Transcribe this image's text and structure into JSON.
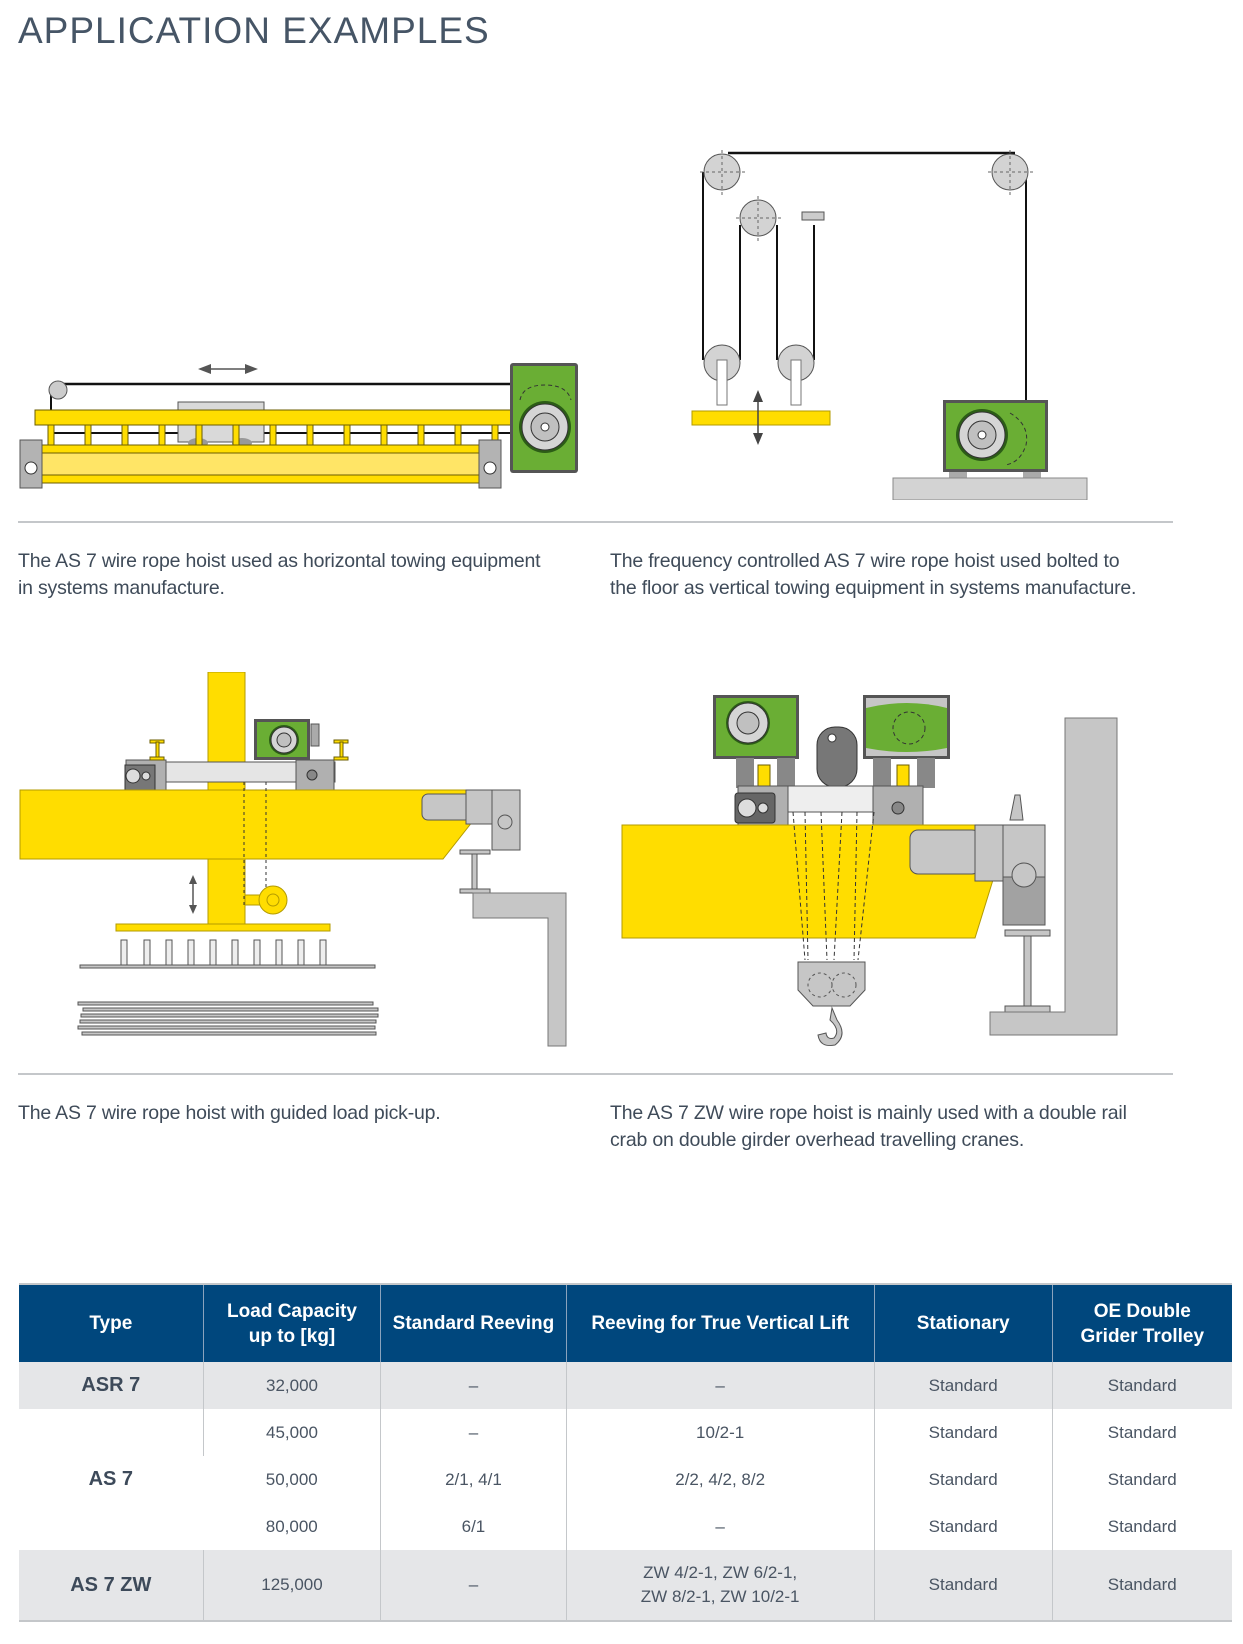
{
  "page": {
    "title": "APPLICATION EXAMPLES"
  },
  "examples": [
    {
      "id": "horizontal-towing",
      "caption_line1": "The AS 7 wire rope hoist used as horizontal towing equipment",
      "caption_line2": "in systems manufacture."
    },
    {
      "id": "vertical-towing",
      "caption_line1": "The frequency controlled AS 7 wire rope hoist used bolted to",
      "caption_line2": "the floor as vertical towing equipment in systems manufacture."
    },
    {
      "id": "guided-load-pickup",
      "caption_line1": "The AS 7 wire rope hoist with guided load pick-up.",
      "caption_line2": ""
    },
    {
      "id": "double-rail-crab",
      "caption_line1": "The AS 7 ZW wire rope hoist is mainly used with a double rail",
      "caption_line2": "crab on double girder overhead travelling cranes."
    }
  ],
  "colors": {
    "header_blue": "#00477d",
    "crane_yellow": "#ffdd00",
    "hoist_green": "#6aae34",
    "steel_gray": "#c6c6c6",
    "row_shade": "#e5e6e8"
  },
  "table": {
    "headers": [
      {
        "line1": "Type",
        "line2": ""
      },
      {
        "line1": "Load Capacity",
        "line2": "up to [kg]"
      },
      {
        "line1": "Standard Reeving",
        "line2": ""
      },
      {
        "line1": "Reeving for True Vertical Lift",
        "line2": ""
      },
      {
        "line1": "Stationary",
        "line2": ""
      },
      {
        "line1": "OE Double",
        "line2": "Grider Trolley"
      }
    ],
    "groups": [
      {
        "type": "ASR 7",
        "rows": [
          {
            "capacity": "32,000",
            "standard_reeving": "–",
            "true_vertical": "–",
            "stationary": "Standard",
            "oe_trolley": "Standard"
          }
        ]
      },
      {
        "type": "AS 7",
        "rows": [
          {
            "capacity": "45,000",
            "standard_reeving": "–",
            "true_vertical": "10/2-1",
            "stationary": "Standard",
            "oe_trolley": "Standard"
          },
          {
            "capacity": "50,000",
            "standard_reeving": "2/1, 4/1",
            "true_vertical": "2/2, 4/2, 8/2",
            "stationary": "Standard",
            "oe_trolley": "Standard"
          },
          {
            "capacity": "80,000",
            "standard_reeving": "6/1",
            "true_vertical": "–",
            "stationary": "Standard",
            "oe_trolley": "Standard"
          }
        ]
      },
      {
        "type": "AS 7 ZW",
        "rows": [
          {
            "capacity": "125,000",
            "standard_reeving": "–",
            "true_vertical_line1": "ZW 4/2-1, ZW 6/2-1,",
            "true_vertical_line2": "ZW 8/2-1, ZW 10/2-1",
            "stationary": "Standard",
            "oe_trolley": "Standard"
          }
        ]
      }
    ]
  }
}
